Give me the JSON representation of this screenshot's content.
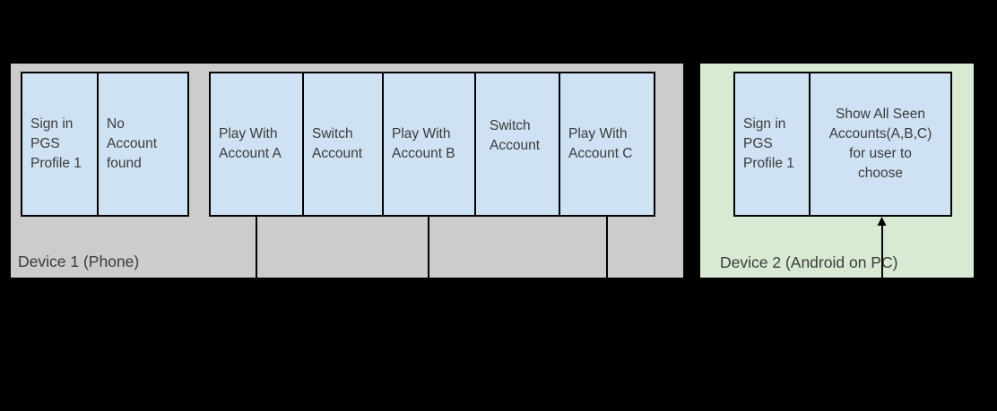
{
  "colors": {
    "background": "#000000",
    "device1_fill": "#cccccc",
    "device2_fill": "#d9ead3",
    "box_fill": "#cfe2f3",
    "line": "#000000",
    "text": "#3b3b3b"
  },
  "device1": {
    "label": "Device 1 (Phone)",
    "signin_flow": {
      "boxes": [
        "Sign in\nPGS\nProfile 1",
        "No\nAccount\nfound"
      ]
    },
    "accounts_flow": {
      "boxes": [
        "Play With\nAccount A",
        "Switch\nAccount",
        "Play With\nAccount B",
        "Switch\nAccount",
        "Play With\nAccount C"
      ]
    }
  },
  "device2": {
    "label": "Device 2 (Android on PC)",
    "flow": {
      "boxes": [
        "Sign in\nPGS\nProfile 1",
        "Show All Seen\nAccounts(A,B,C)\nfor user to\nchoose"
      ]
    }
  }
}
